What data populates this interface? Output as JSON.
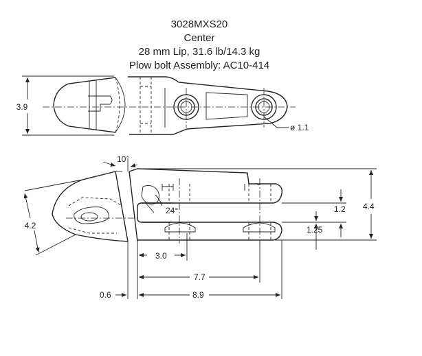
{
  "header": {
    "part_number": "3028MXS20",
    "position": "Center",
    "specs": "28 mm Lip, 31.6 lb/14.3 kg",
    "assembly": "Plow bolt Assembly: AC10-414"
  },
  "dimensions": {
    "top_height": "3.9",
    "bolt_diameter": "ø 1.1",
    "angle_top": "10°",
    "angle_slot": "24°",
    "left_height": "4.2",
    "slot_upper": "1.2",
    "slot_lower": "1.25",
    "overall_height": "4.4",
    "slot_depth": "3.0",
    "bolt_spacing": "7.7",
    "offset": "0.6",
    "overall_length": "8.9"
  }
}
